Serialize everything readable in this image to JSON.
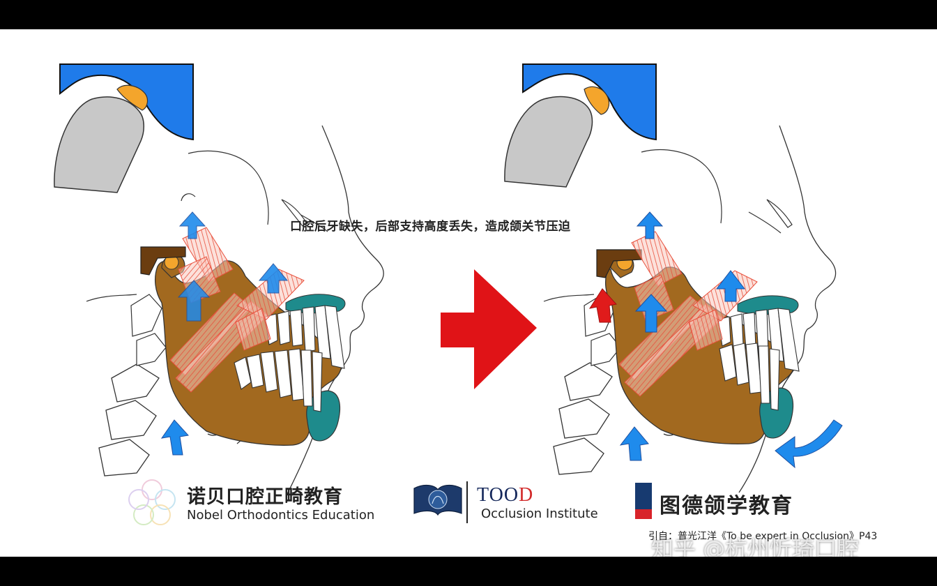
{
  "caption": "口腔后牙缺失，后部支持高度丢失，造成颌关节压迫",
  "logos": {
    "nobel": {
      "cn": "诺贝口腔正畸教育",
      "en": "Nobel Orthodontics Education"
    },
    "tood": {
      "name_main": "TOO",
      "name_accent": "D",
      "subtitle": "Occlusion Institute"
    },
    "tude": {
      "name": "图德颌学教育"
    }
  },
  "citation": "引自：普光江洋《To be expert in Occlusion》P43",
  "watermark": "知乎 @杭州忻琦口腔",
  "colors": {
    "background": "#ffffff",
    "frame": "#000000",
    "skull_blue": "#1f7bea",
    "condyle_grey": "#c8c8c8",
    "disc_orange": "#f4a52c",
    "mandible_brown": "#a2691f",
    "gum_teal": "#1e8b8c",
    "muscle_red": "#e8503c",
    "arrow_blue": "#1f8bec",
    "arrow_red": "#e01b1b",
    "big_arrow_red": "#e01317"
  },
  "icons": [
    "flower-logo-icon",
    "book-crest-icon",
    "big-right-arrow-icon"
  ]
}
